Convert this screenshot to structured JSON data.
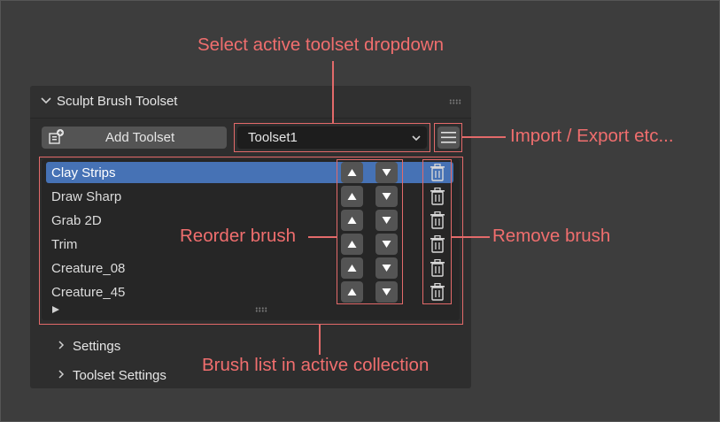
{
  "panel": {
    "title": "Sculpt Brush Toolset",
    "collapse_icon": "chevron-down-icon",
    "drag_icon": "grip-dots-icon"
  },
  "toolbar": {
    "add_label": "Add Toolset",
    "add_icon": "add-collection-icon",
    "dropdown_value": "Toolset1",
    "menu_icon": "hamburger-menu-icon"
  },
  "brushes": [
    {
      "name": "Clay Strips",
      "active": true
    },
    {
      "name": "Draw Sharp",
      "active": false
    },
    {
      "name": "Grab 2D",
      "active": false
    },
    {
      "name": "Trim",
      "active": false
    },
    {
      "name": "Creature_08",
      "active": false
    },
    {
      "name": "Creature_45",
      "active": false
    }
  ],
  "sections": [
    {
      "label": "Settings"
    },
    {
      "label": "Toolset Settings"
    }
  ],
  "annotations": {
    "dropdown": "Select active toolset dropdown",
    "menu": "Import / Export etc...",
    "reorder": "Reorder brush",
    "remove": "Remove brush",
    "list": "Brush list in active collection"
  },
  "colors": {
    "annotation": "#e36a6a",
    "active_row": "#4672b5",
    "background": "#3d3d3d",
    "panel": "#2e2e2e"
  }
}
